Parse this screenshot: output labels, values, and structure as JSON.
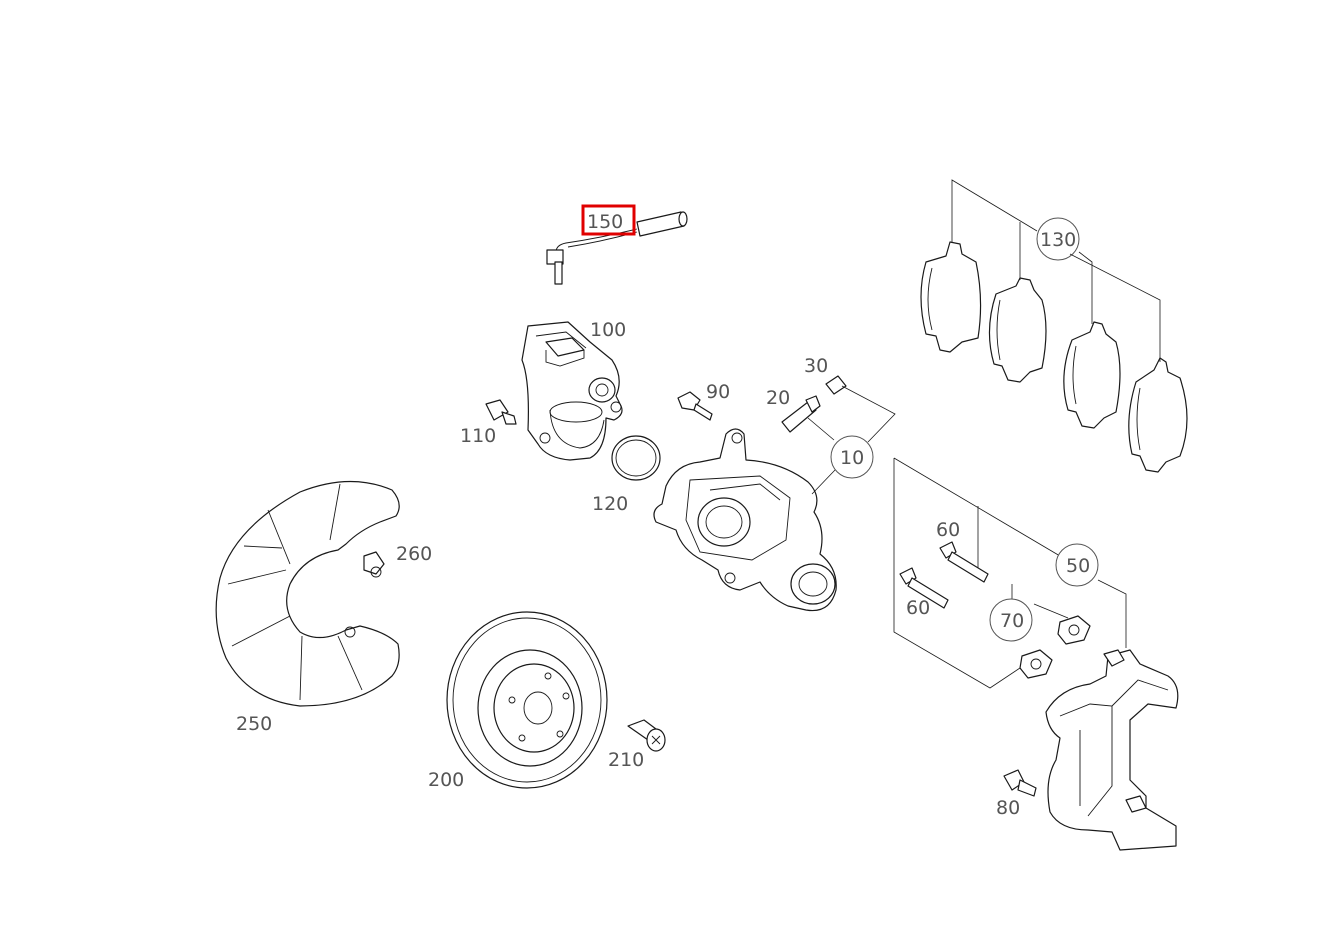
{
  "callouts": {
    "p10": "10",
    "p20": "20",
    "p30": "30",
    "p50": "50",
    "p60a": "60",
    "p60b": "60",
    "p70": "70",
    "p80": "80",
    "p90": "90",
    "p100": "100",
    "p110": "110",
    "p120": "120",
    "p130": "130",
    "p150": "150",
    "p200": "200",
    "p210": "210",
    "p250": "250",
    "p260": "260"
  },
  "highlighted_callout": "150",
  "colors": {
    "highlight": "#e00000",
    "callout_text": "#555555",
    "line_art": "#1a1a1a"
  }
}
